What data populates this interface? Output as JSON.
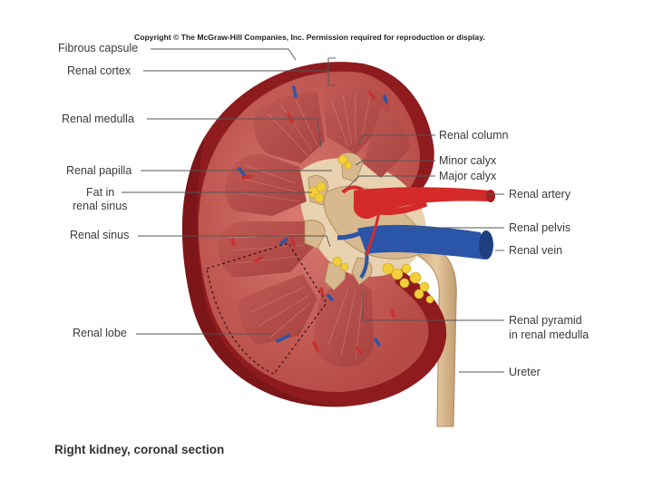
{
  "copyright": "Copyright © The McGraw-Hill Companies, Inc. Permission required for reproduction or display.",
  "caption": "Right kidney, coronal section",
  "labels_left": {
    "fibrous_capsule": "Fibrous capsule",
    "renal_cortex": "Renal cortex",
    "renal_medulla": "Renal medulla",
    "renal_papilla": "Renal papilla",
    "fat_in_renal_sinus_line1": "Fat in",
    "fat_in_renal_sinus_line2": "renal sinus",
    "renal_sinus": "Renal sinus",
    "renal_lobe": "Renal lobe"
  },
  "labels_right": {
    "renal_column": "Renal column",
    "minor_calyx": "Minor calyx",
    "major_calyx": "Major calyx",
    "renal_artery": "Renal artery",
    "renal_pelvis": "Renal pelvis",
    "renal_vein": "Renal vein",
    "renal_pyramid_line1": "Renal pyramid",
    "renal_pyramid_line2": "in renal medulla",
    "ureter": "Ureter"
  },
  "colors": {
    "capsule": "#8e1c1f",
    "cortex": "#c9605a",
    "pyramid": "#b8504c",
    "column": "#d58c82",
    "sinus": "#e8d2b0",
    "fat": "#f2cf3a",
    "artery": "#d42a2a",
    "vein": "#2b55a8",
    "ureter": "#d8b88e",
    "leader": "#555555"
  }
}
